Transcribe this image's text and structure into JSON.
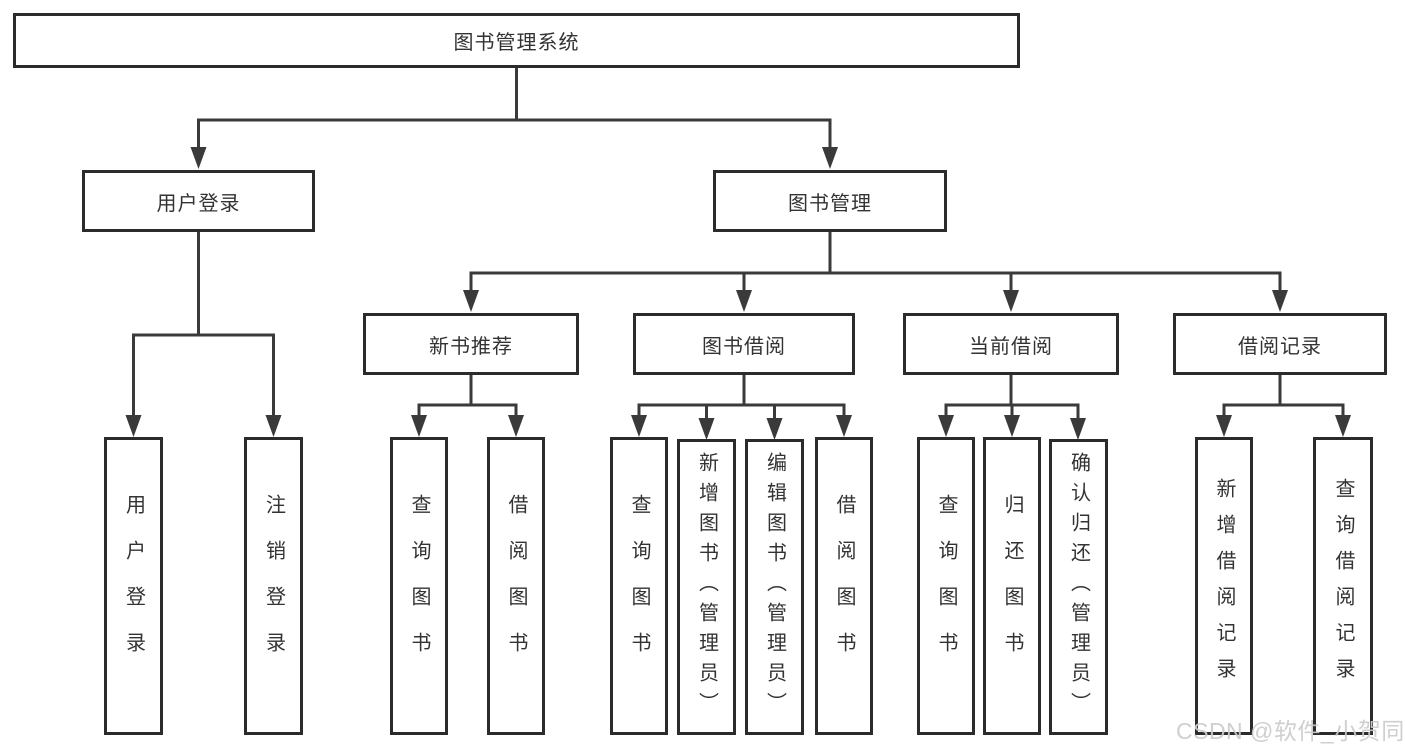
{
  "diagram": {
    "root": {
      "label": "图书管理系统"
    },
    "level2": [
      {
        "label": "用户登录"
      },
      {
        "label": "图书管理"
      }
    ],
    "level3": [
      {
        "label": "新书推荐"
      },
      {
        "label": "图书借阅"
      },
      {
        "label": "当前借阅"
      },
      {
        "label": "借阅记录"
      }
    ],
    "leaves": {
      "user_login": [
        {
          "label": "用户登录"
        },
        {
          "label": "注销登录"
        }
      ],
      "new_book": [
        {
          "label": "查询图书"
        },
        {
          "label": "借阅图书"
        }
      ],
      "book_borrow": [
        {
          "label": "查询图书"
        },
        {
          "label": "新增图书（管理员）"
        },
        {
          "label": "编辑图书（管理员）"
        },
        {
          "label": "借阅图书"
        }
      ],
      "current_borrow": [
        {
          "label": "查询图书"
        },
        {
          "label": "归还图书"
        },
        {
          "label": "确认归还（管理员）"
        }
      ],
      "records": [
        {
          "label": "新增借阅记录"
        },
        {
          "label": "查询借阅记录"
        }
      ]
    },
    "watermark": "CSDN @软件_小贺同学",
    "colors": {
      "line": "#3a3a3a",
      "box_border": "#2b2b2b",
      "box_fill": "#ffffff",
      "text": "#333333",
      "watermark": "#cbcbcb",
      "background": "#ffffff"
    }
  }
}
